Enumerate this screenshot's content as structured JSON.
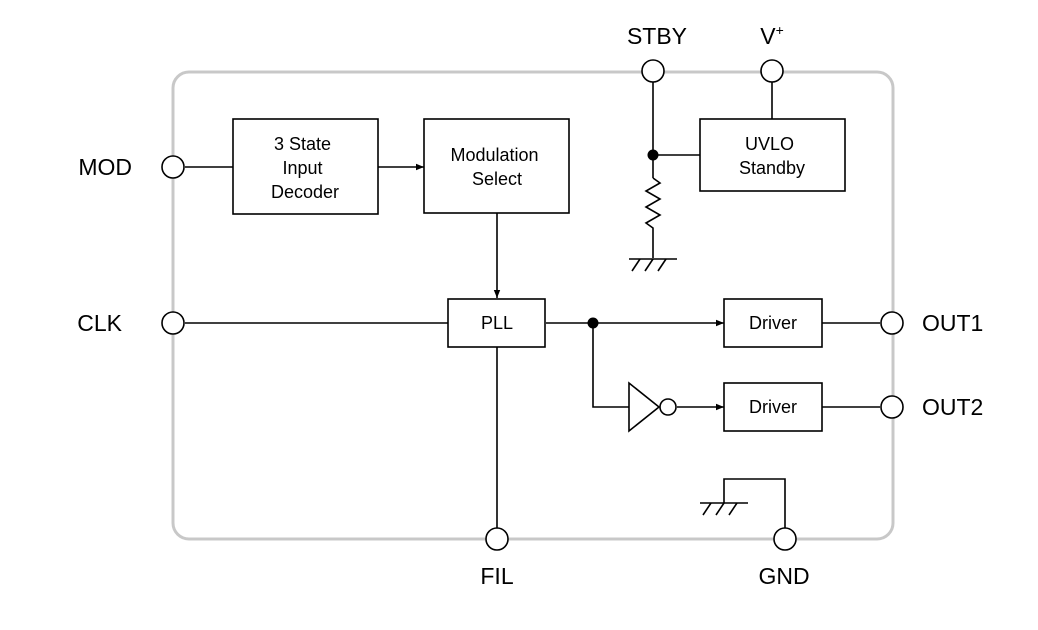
{
  "pins": {
    "mod": "MOD",
    "clk": "CLK",
    "stby": "STBY",
    "vplus": "V",
    "vplus_sup": "+",
    "out1": "OUT1",
    "out2": "OUT2",
    "fil": "FIL",
    "gnd": "GND"
  },
  "blocks": {
    "decoder": [
      "3 State",
      "Input",
      "Decoder"
    ],
    "modulation": [
      "Modulation",
      "Select"
    ],
    "uvlo": [
      "UVLO",
      "Standby"
    ],
    "pll": "PLL",
    "driver1": "Driver",
    "driver2": "Driver"
  }
}
